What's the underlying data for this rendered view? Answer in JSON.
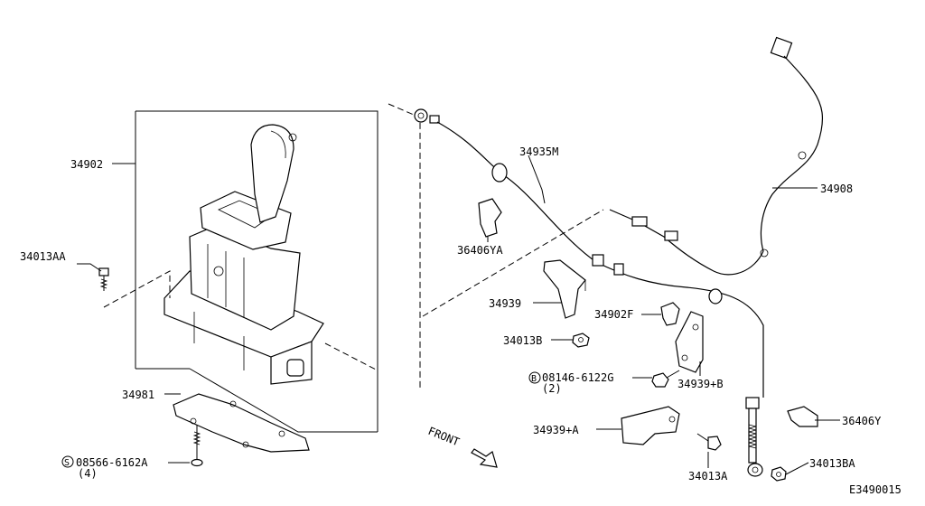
{
  "labels": {
    "shifter": "34902",
    "cable": "34935M",
    "harness": "34908",
    "clip_ya": "36406YA",
    "clip_y": "36406Y",
    "bolt_aa": "34013AA",
    "bracket": "34939",
    "nut_b": "34013B",
    "clip_f": "34902F",
    "bolt_spec": "08146-6122G",
    "bolt_spec_qty": "(2)",
    "bracket_b": "34939+B",
    "plate": "34981",
    "bracket_a": "34939+A",
    "screw_spec": "08566-6162A",
    "screw_spec_qty": "(4)",
    "bolt_a": "34013A",
    "bolt_ba": "34013BA",
    "front": "FRONT",
    "drawing_code": "E3490015"
  },
  "symbols": {
    "screw_prefix": "S",
    "bolt_prefix": "B"
  }
}
